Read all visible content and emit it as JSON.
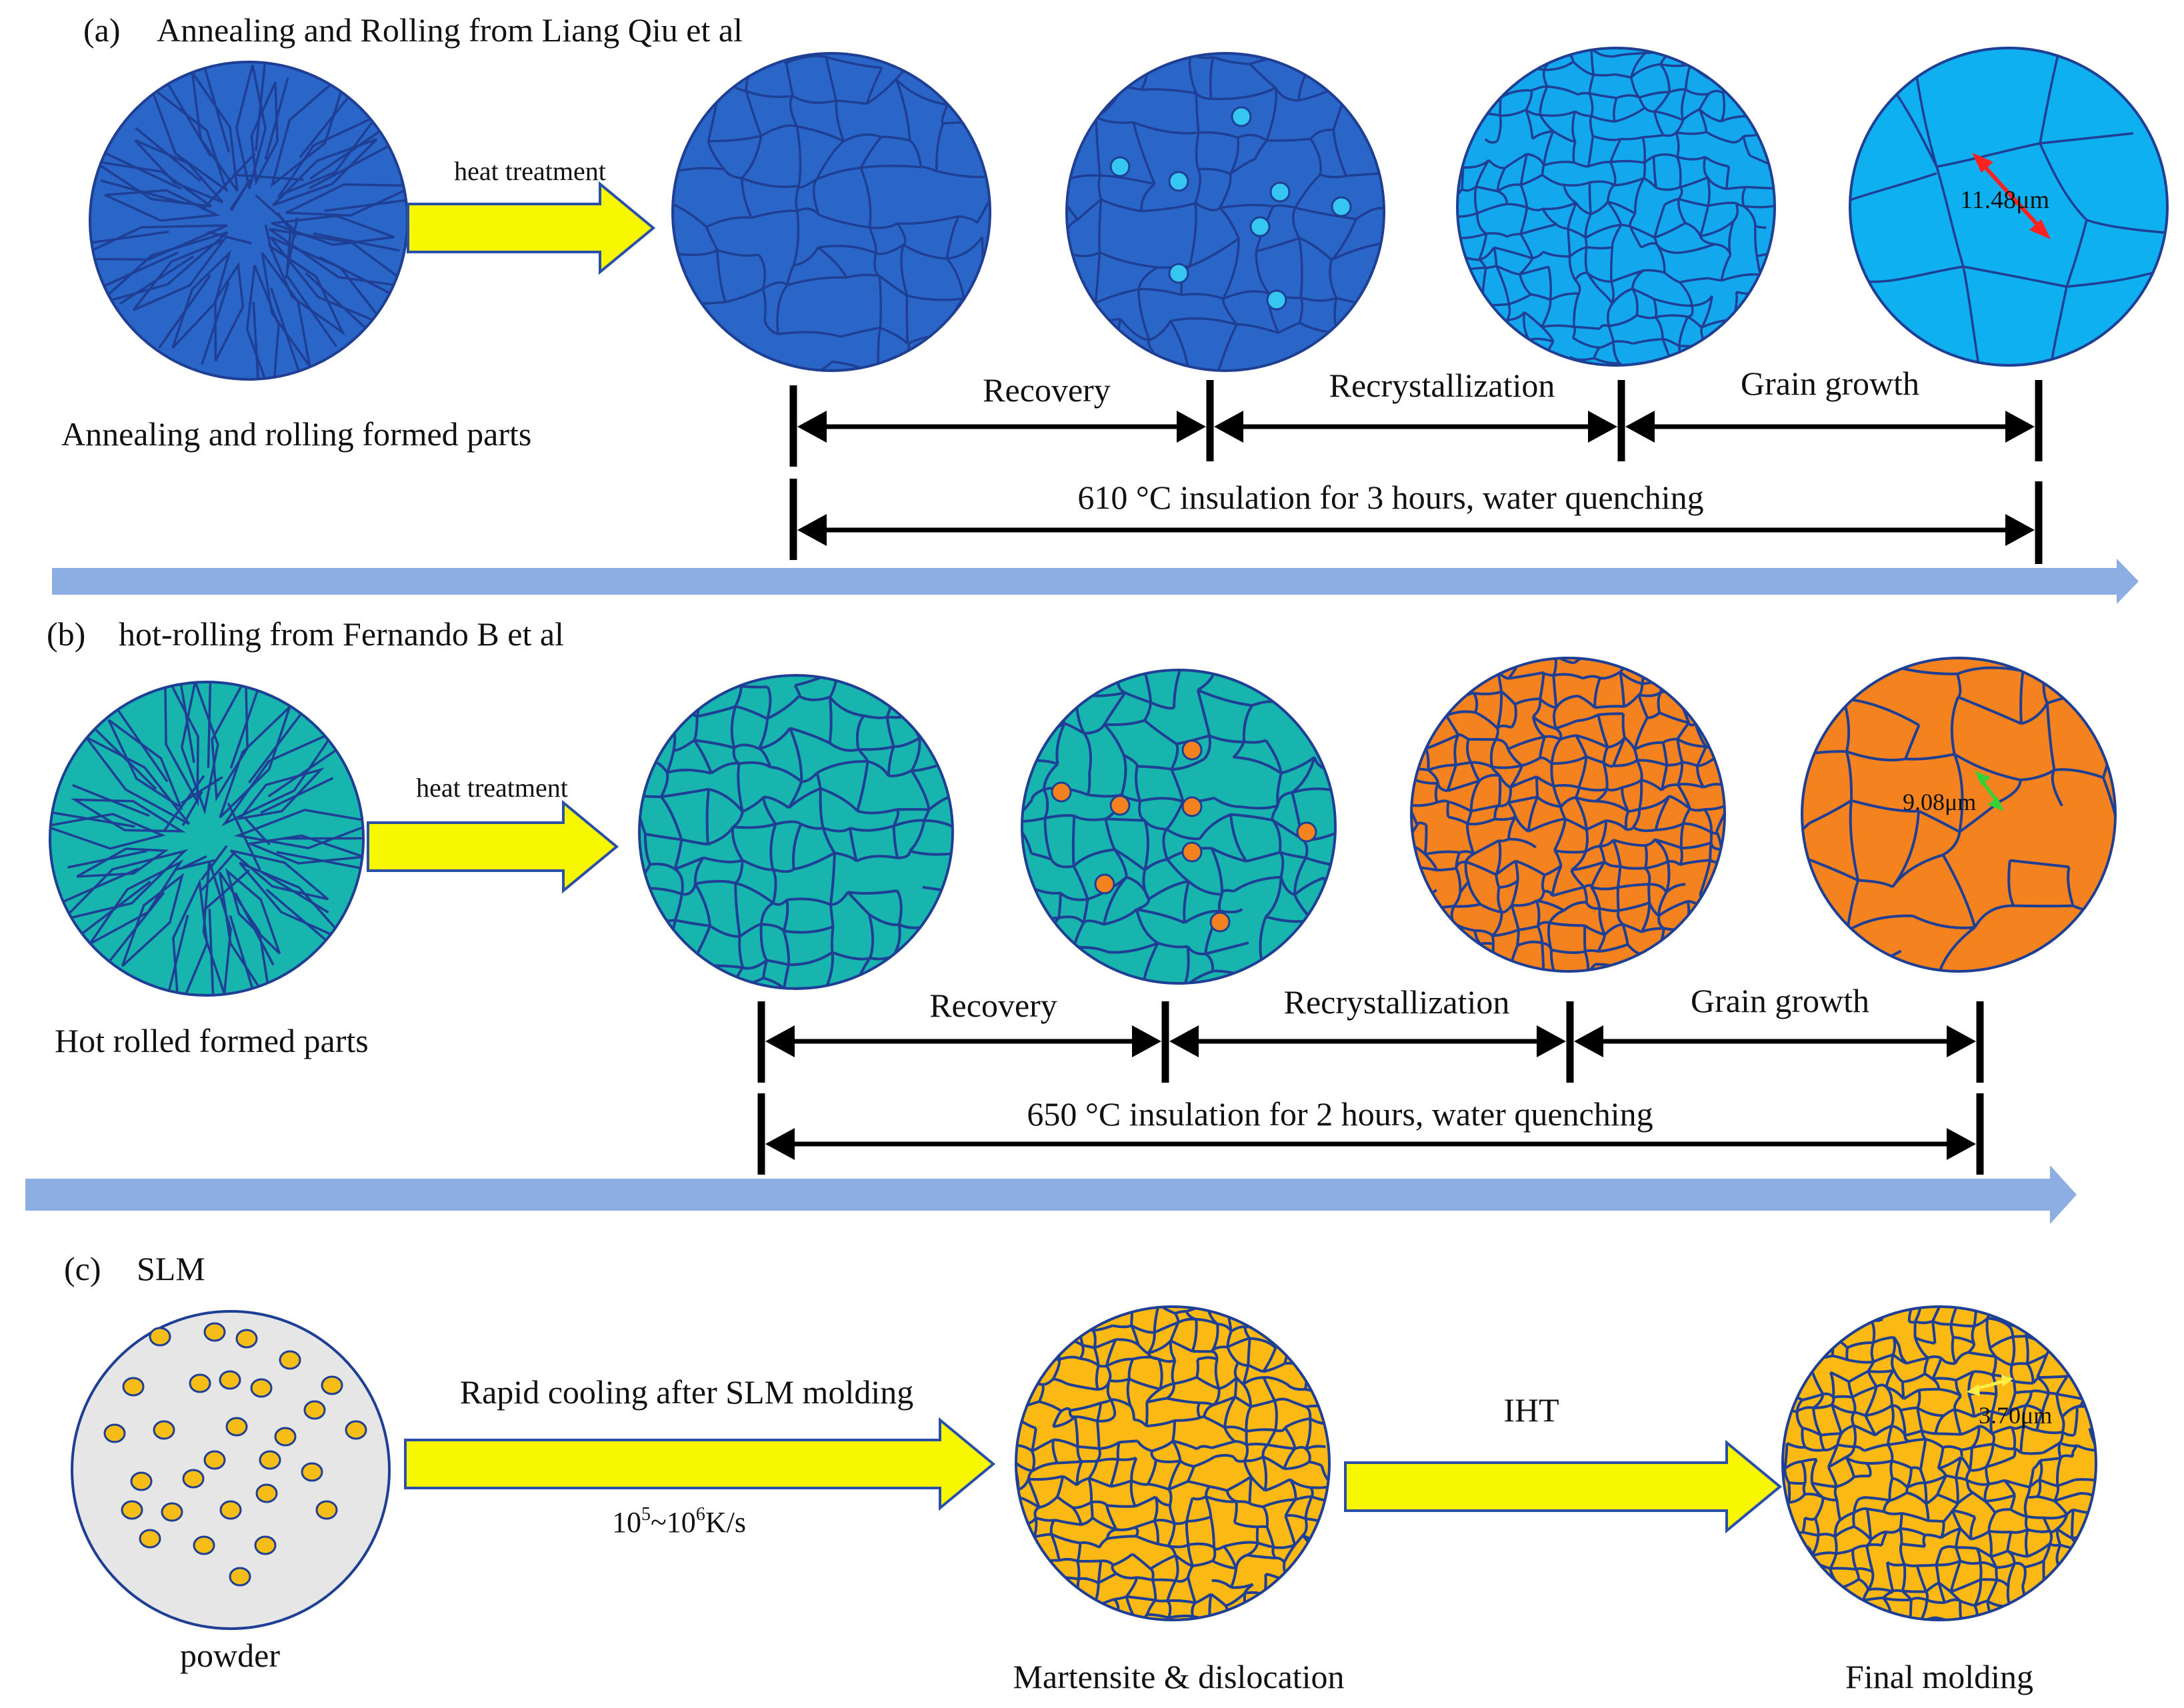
{
  "panels": {
    "a": {
      "label": "(a)",
      "title": "Annealing and Rolling from Liang Qiu et al",
      "start_caption": "Annealing and rolling formed parts",
      "arrow_label": "heat  treatment",
      "stages": [
        "Recovery",
        "Recrystallization",
        "Grain growth"
      ],
      "condition": "610 °C insulation for 3 hours, water quenching",
      "grain_size": "11.48μm",
      "colors": {
        "base": "#2a66c8",
        "stage1": "#2a66c8",
        "stage2": "#2a66c8",
        "stage3": "#13a8ee",
        "stage4": "#0fb0f0",
        "particles": "#35c6f2",
        "line": "#1f3f95",
        "size_marker": "#ff2020"
      }
    },
    "b": {
      "label": "(b)",
      "title": "hot-rolling from Fernando B et al",
      "start_caption": "Hot rolled formed parts",
      "arrow_label": "heat  treatment",
      "stages": [
        "Recovery",
        "Recrystallization",
        "Grain growth"
      ],
      "condition": "650 °C insulation for 2 hours, water quenching",
      "grain_size": "9.08μm",
      "colors": {
        "base": "#18b5ae",
        "stage1": "#18b5ae",
        "stage2": "#18b5ae",
        "stage3": "#f4821f",
        "stage4": "#f4821f",
        "particles": "#f4821f",
        "line": "#1f3f95",
        "size_marker": "#37d037"
      }
    },
    "c": {
      "label": "(c)",
      "title": "SLM",
      "caption_powder": "powder",
      "arrow1_label": "Rapid cooling after SLM molding",
      "rate_base1": "10",
      "rate_exp1": "5",
      "rate_sep": "~10",
      "rate_exp2": "6",
      "rate_unit": "K/s",
      "caption_martensite": "Martensite & dislocation",
      "arrow2_label": "IHT",
      "caption_final": "Final molding",
      "grain_size": "3.70μm",
      "colors": {
        "powder_bg": "#e6e6e6",
        "powder_dot": "#f6bd16",
        "grains": "#fcb813",
        "line": "#1f3f95",
        "size_marker": "#ffee44"
      }
    }
  },
  "colors": {
    "timeline": "#8caee3",
    "process_arrow": "#f7f700",
    "process_arrow_edge": "#2a4fa8"
  }
}
